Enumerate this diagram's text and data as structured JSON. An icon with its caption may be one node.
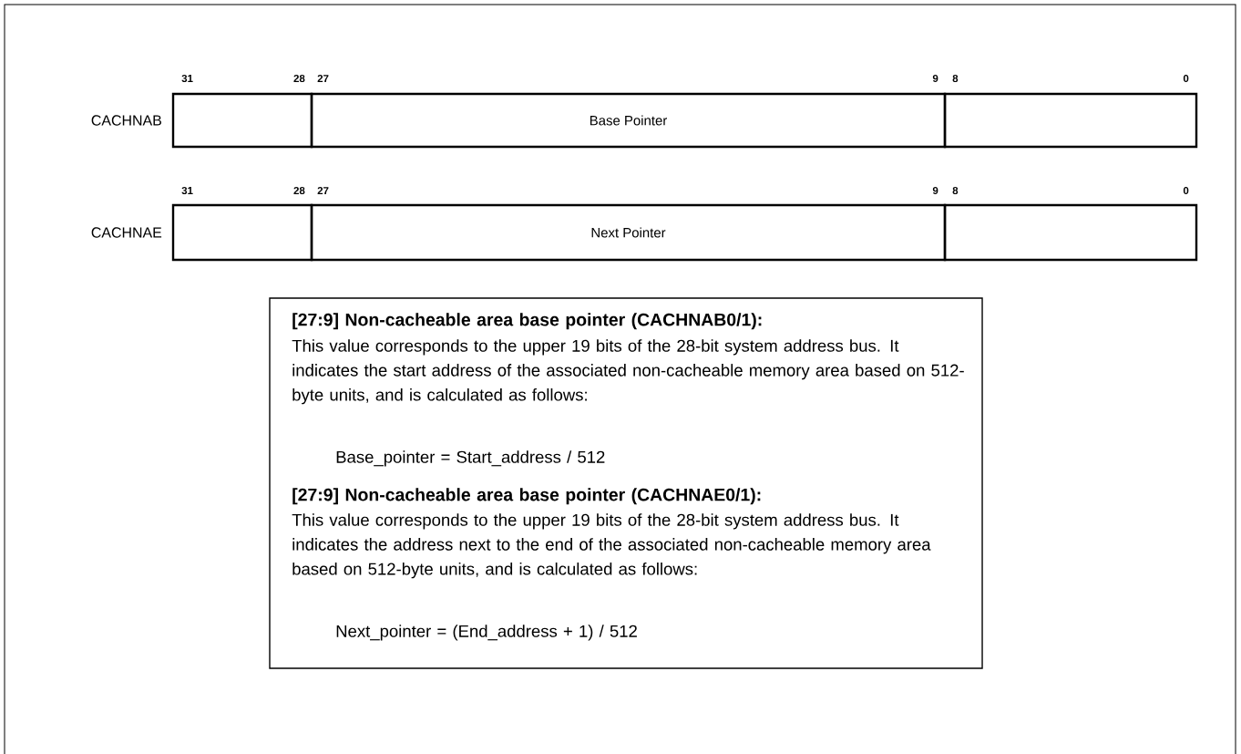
{
  "diagram": {
    "nodes": [
      {
        "text": [],
        "shape": "box"
      },
      {
        "text": [
          "Base Pointer"
        ]
      },
      {
        "text": [],
        "shape": "box"
      },
      {
        "text": [],
        "shape": "box"
      },
      {
        "text": [
          "Next Pointer"
        ]
      },
      {
        "text": [],
        "shape": "box"
      },
      {
        "text": [
          "[27:9] Non-cacheable area base pointer (CACHNAB0/1):",
          "This value corresponds to the upper 19 bits of the 28-bit system address bus. It indicates the start address of the associated non-cacheable memory area based on 512-byte units, and is calculated as follows:",
          "Base_pointer = Start_address / 512",
          "[27:9] Non-cacheable area base pointer (CACHNAE0/1):",
          "This value corresponds to the upper 19 bits of the 28-bit system address bus. It indicates the address next to the end of the associated non-cacheable memory area based on 512-byte units, and is calculated as follows:",
          "Next_pointer = (End_address + 1) / 512"
        ]
      }
    ],
    "labels": [
      "31",
      "28",
      "27",
      "9",
      "8",
      "0",
      "CACHNAB",
      "31",
      "28",
      "27",
      "9",
      "8",
      "0",
      "CACHNAE"
    ]
  }
}
